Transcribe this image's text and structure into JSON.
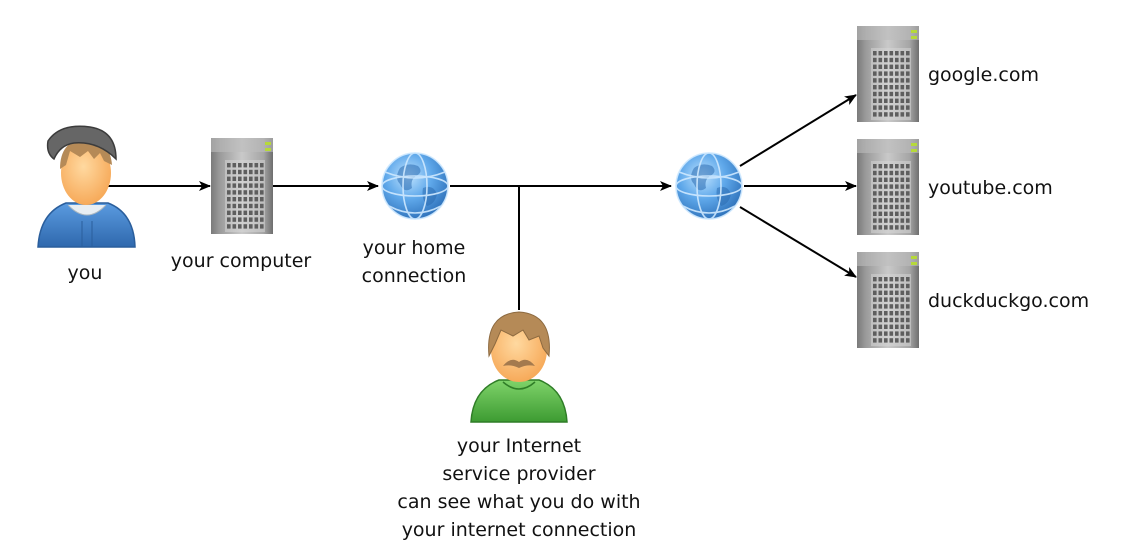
{
  "diagram": {
    "title": "",
    "nodes": {
      "you": {
        "label": "you",
        "icon": "user-with-cap-icon"
      },
      "computer": {
        "label": "your computer",
        "icon": "server-tower-icon"
      },
      "home_connection": {
        "label_lines": [
          "your home",
          "connection"
        ],
        "icon": "globe-icon"
      },
      "internet": {
        "label": "",
        "icon": "globe-icon"
      },
      "isp": {
        "label_lines": [
          "your Internet",
          "service provider",
          "can see what you do with",
          "your internet connection"
        ],
        "icon": "user-with-mustache-icon"
      },
      "sites": [
        {
          "label": "google.com",
          "icon": "server-tower-icon"
        },
        {
          "label": "youtube.com",
          "icon": "server-tower-icon"
        },
        {
          "label": "duckduckgo.com",
          "icon": "server-tower-icon"
        }
      ]
    },
    "edges": [
      {
        "from": "you",
        "to": "computer",
        "arrow": true
      },
      {
        "from": "computer",
        "to": "home_connection",
        "arrow": true
      },
      {
        "from": "home_connection",
        "to": "internet",
        "arrow": true
      },
      {
        "from": "isp",
        "to": "home_connection-internet-link",
        "arrow": false
      },
      {
        "from": "internet",
        "to": "google.com",
        "arrow": true
      },
      {
        "from": "internet",
        "to": "youtube.com",
        "arrow": true
      },
      {
        "from": "internet",
        "to": "duckduckgo.com",
        "arrow": true
      }
    ],
    "colors": {
      "user_shirt": "#3f7fc4",
      "isp_shirt": "#4caf3f",
      "skin": "#fbb86a",
      "hair": "#b58a57",
      "cap": "#555555",
      "globe": "#4a90d9",
      "server": "#8a8a8a",
      "server_led": "#b6d93a",
      "edge": "#000000"
    }
  }
}
